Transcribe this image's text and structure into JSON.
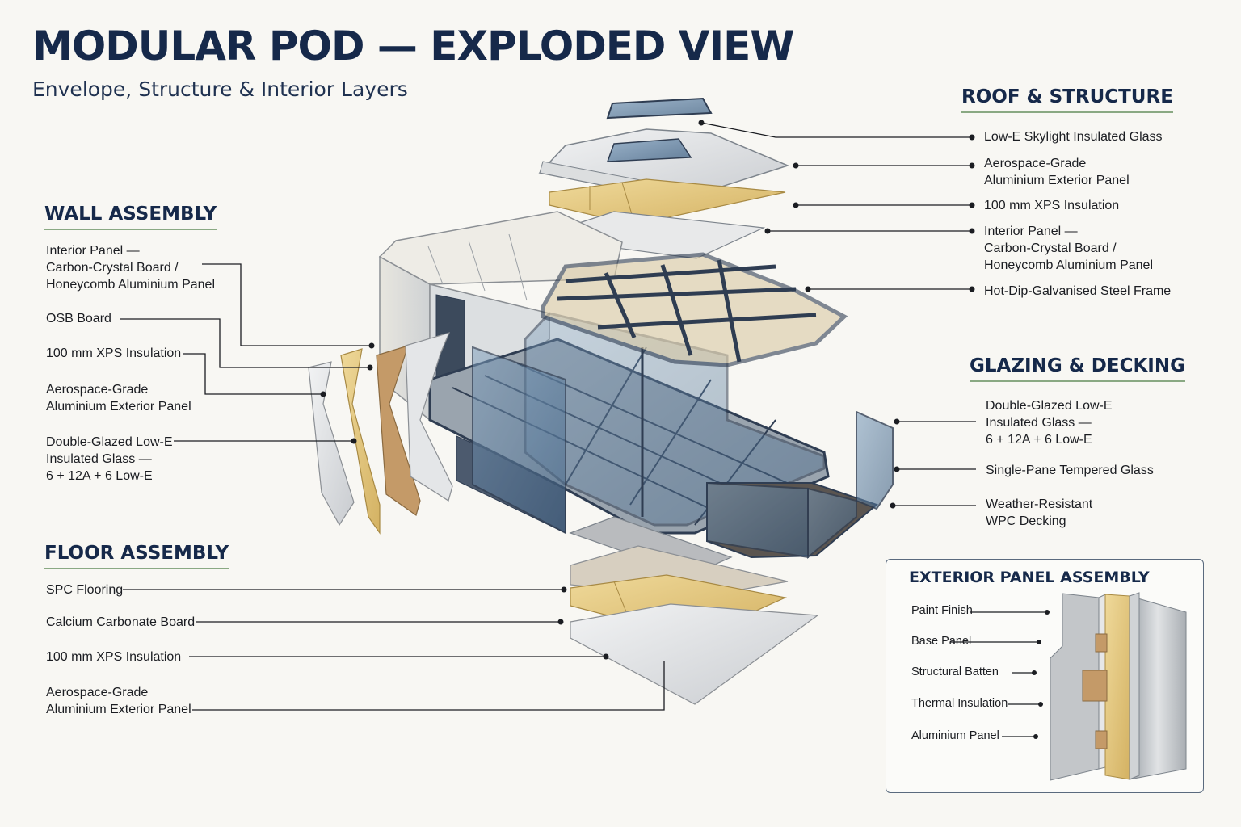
{
  "title": "MODULAR POD — EXPLODED VIEW",
  "subtitle": "Envelope, Structure & Interior Layers",
  "sections": {
    "roof": {
      "heading": "ROOF & STRUCTURE",
      "labels": [
        "Low-E Skylight Insulated Glass",
        "Aerospace-Grade\nAluminium Exterior Panel",
        "100 mm XPS Insulation",
        "Interior Panel —\nCarbon-Crystal Board /\nHoneycomb Aluminium Panel",
        "Hot-Dip-Galvanised Steel Frame"
      ]
    },
    "wall": {
      "heading": "WALL ASSEMBLY",
      "labels": [
        "Interior Panel —\nCarbon-Crystal Board /\nHoneycomb Aluminium Panel",
        "OSB Board",
        "100 mm XPS Insulation",
        "Aerospace-Grade\nAluminium Exterior Panel",
        "Double-Glazed Low-E\nInsulated Glass —\n6 + 12A + 6 Low-E"
      ]
    },
    "glazing": {
      "heading": "GLAZING & DECKING",
      "labels": [
        "Double-Glazed Low-E\nInsulated Glass —\n6 + 12A + 6 Low-E",
        "Single-Pane Tempered Glass",
        "Weather-Resistant\nWPC Decking"
      ]
    },
    "floor": {
      "heading": "FLOOR ASSEMBLY",
      "labels": [
        "SPC Flooring",
        "Calcium Carbonate Board",
        "100 mm XPS Insulation",
        "Aerospace-Grade\nAluminium Exterior Panel"
      ]
    },
    "exterior_panel": {
      "heading": "EXTERIOR PANEL ASSEMBLY",
      "labels": [
        "Paint Finish",
        "Base Panel",
        "Structural Batten",
        "Thermal Insulation",
        "Aluminium Panel"
      ]
    }
  },
  "colors": {
    "heading": "#16294a",
    "accent_underline": "#8aa983",
    "steel_frame": "#2f3d52",
    "glass": "#5f7f9e",
    "insulation": "#e2c87a",
    "osb": "#c49a68",
    "aluminium": "#e6e8ea"
  }
}
